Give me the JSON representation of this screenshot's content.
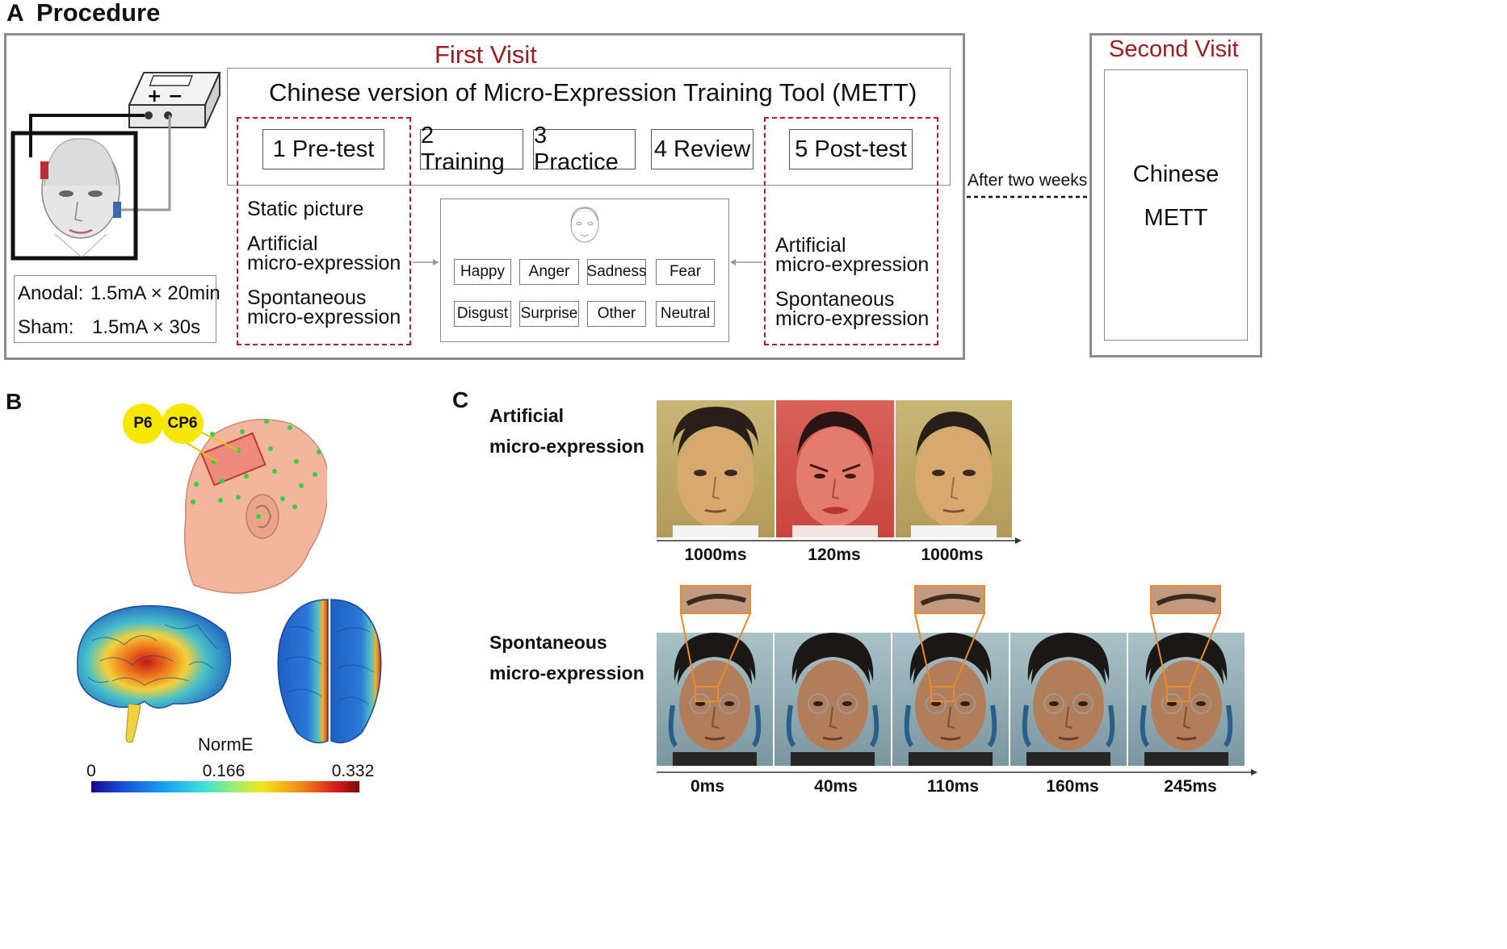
{
  "panel_a": {
    "letter": "A",
    "title": "Procedure",
    "first_visit": "First Visit",
    "second_visit": "Second Visit",
    "mett_title": "Chinese version of Micro-Expression Training Tool (METT)",
    "steps": [
      "1 Pre-test",
      "2 Training",
      "3 Practice",
      "4 Review",
      "5 Post-test"
    ],
    "pretest_items": [
      "Static picture",
      "Artificial",
      "micro-expression",
      "Spontaneous",
      "micro-expression"
    ],
    "posttest_items": [
      "Artificial",
      "micro-expression",
      "Spontaneous",
      "micro-expression"
    ],
    "emotions": [
      "Happy",
      "Anger",
      "Sadness",
      "Fear",
      "Disgust",
      "Surprise",
      "Other",
      "Neutral"
    ],
    "stim_anodal_label": "Anodal:",
    "stim_anodal_value": "1.5mA × 20min",
    "stim_sham_label": "Sham:",
    "stim_sham_value": "1.5mA × 30s",
    "device_symbols": "+ −",
    "after_label": "After two weeks",
    "second_visit_line1": "Chinese",
    "second_visit_line2": "METT"
  },
  "panel_b": {
    "letter": "B",
    "electrodes": [
      "P6",
      "CP6"
    ],
    "colorbar_title": "NormE",
    "colorbar_ticks": [
      "0",
      "0.166",
      "0.332"
    ]
  },
  "panel_c": {
    "letter": "C",
    "artificial_line1": "Artificial",
    "artificial_line2": "micro-expression",
    "artificial_times": [
      "1000ms",
      "120ms",
      "1000ms"
    ],
    "spontaneous_line1": "Spontaneous",
    "spontaneous_line2": "micro-expression",
    "spontaneous_times": [
      "0ms",
      "40ms",
      "110ms",
      "160ms",
      "245ms"
    ]
  },
  "colors": {
    "accent_red": "#9b1c23",
    "frame_gray": "#8c8c8c",
    "label_yellow": "#f7e600",
    "zoom_orange": "#e88a2e"
  }
}
